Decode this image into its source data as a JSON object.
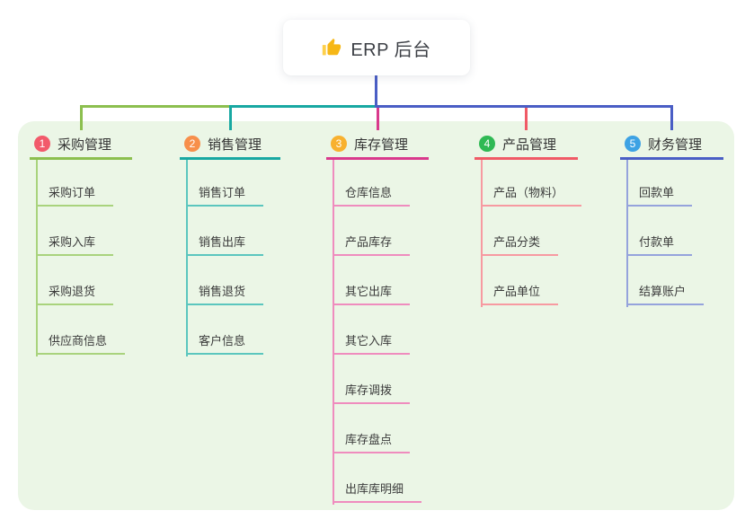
{
  "root": {
    "label": "ERP 后台",
    "icon": "thumbs-up-icon",
    "connector_color": "#4a5ec5"
  },
  "panel": {
    "background": "#ebf6e6"
  },
  "branches": [
    {
      "number": "1",
      "label": "采购管理",
      "colors": {
        "line": "#8cbf4f",
        "line_light": "#a9d37d",
        "badge": "#f25a6b"
      },
      "children": [
        "采购订单",
        "采购入库",
        "采购退货",
        "供应商信息"
      ]
    },
    {
      "number": "2",
      "label": "销售管理",
      "colors": {
        "line": "#18a8a2",
        "line_light": "#5bc6be",
        "badge": "#f78f4b"
      },
      "children": [
        "销售订单",
        "销售出库",
        "销售退货",
        "客户信息"
      ]
    },
    {
      "number": "3",
      "label": "库存管理",
      "colors": {
        "line": "#d9398c",
        "line_light": "#ef8cbe",
        "badge": "#f8b12f"
      },
      "children": [
        "仓库信息",
        "产品库存",
        "其它出库",
        "其它入库",
        "库存调拨",
        "库存盘点",
        "出库库明细"
      ]
    },
    {
      "number": "4",
      "label": "产品管理",
      "colors": {
        "line": "#f05a66",
        "line_light": "#f79aa1",
        "badge": "#2fb954"
      },
      "children": [
        "产品（物料）",
        "产品分类",
        "产品单位"
      ]
    },
    {
      "number": "5",
      "label": "财务管理",
      "colors": {
        "line": "#4a5ec5",
        "line_light": "#95a3dc",
        "badge": "#3da2e4"
      },
      "children": [
        "回款单",
        "付款单",
        "结算账户"
      ]
    }
  ]
}
